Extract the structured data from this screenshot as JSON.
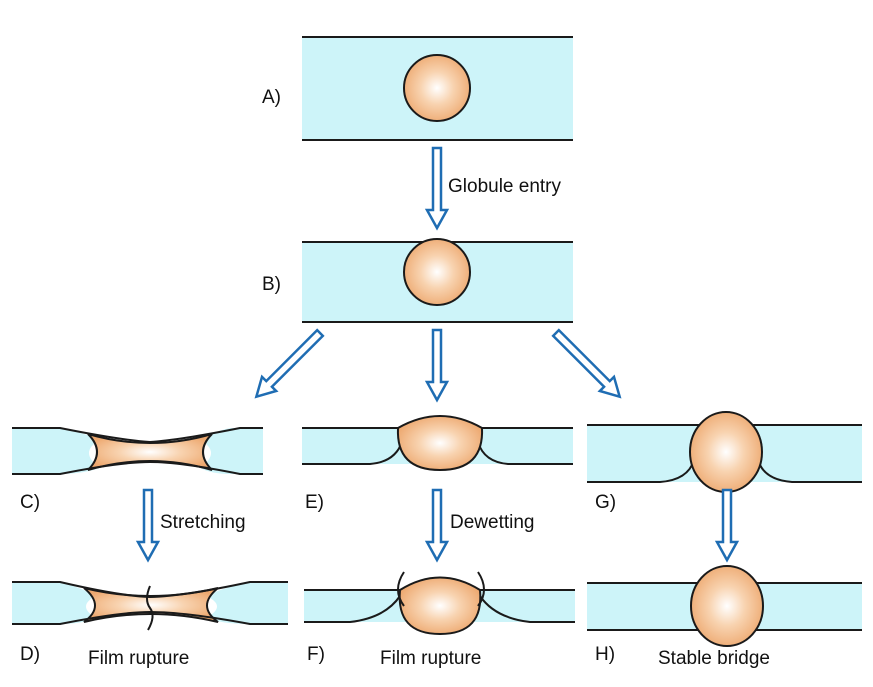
{
  "diagram": {
    "panels": {
      "A": {
        "label": "A)"
      },
      "B": {
        "label": "B)"
      },
      "C": {
        "label": "C)"
      },
      "D": {
        "label": "D)",
        "caption": "Film rupture"
      },
      "E": {
        "label": "E)"
      },
      "F": {
        "label": "F)",
        "caption": "Film rupture"
      },
      "G": {
        "label": "G)"
      },
      "H": {
        "label": "H)",
        "caption": "Stable bridge"
      }
    },
    "transitions": {
      "a_to_b": "Globule entry",
      "c_to_d": "Stretching",
      "e_to_f": "Dewetting"
    },
    "colors": {
      "film": "#cdf4f9",
      "globule": "#f0b27c",
      "arrow": "#1f6db3"
    }
  }
}
